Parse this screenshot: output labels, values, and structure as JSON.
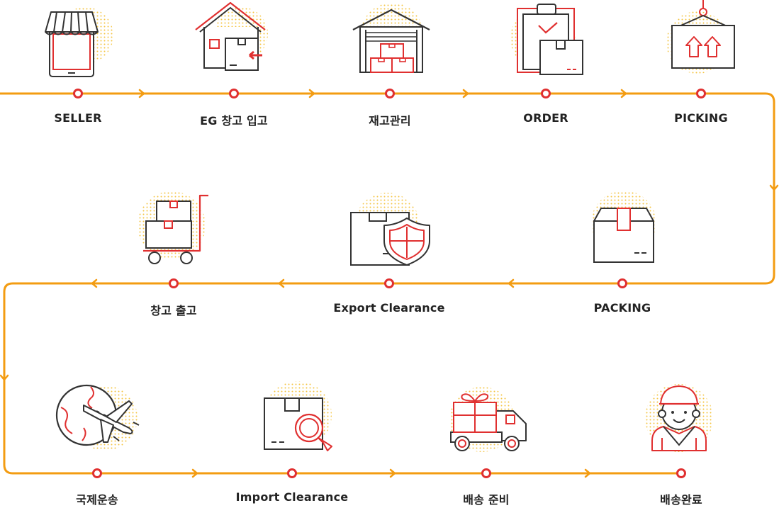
{
  "colors": {
    "line": "#f39c12",
    "accent": "#e03030",
    "stroke": "#333333",
    "dots": "#f5c542",
    "text": "#222222"
  },
  "steps": [
    {
      "label": "SELLER",
      "icon": "storefront-tablet-icon"
    },
    {
      "label": "EG 창고 입고",
      "icon": "warehouse-receiving-icon"
    },
    {
      "label": "재고관리",
      "icon": "inventory-warehouse-icon"
    },
    {
      "label": "ORDER",
      "icon": "order-clipboard-icon"
    },
    {
      "label": "PICKING",
      "icon": "picking-hoist-box-icon"
    },
    {
      "label": "PACKING",
      "icon": "packing-box-icon"
    },
    {
      "label": "Export Clearance",
      "icon": "export-shield-box-icon"
    },
    {
      "label": "창고 출고",
      "icon": "hand-truck-icon"
    },
    {
      "label": "국제운송",
      "icon": "airplane-globe-icon"
    },
    {
      "label": "Import Clearance",
      "icon": "import-magnifier-box-icon"
    },
    {
      "label": "배송 준비",
      "icon": "gift-truck-icon"
    },
    {
      "label": "배송완료",
      "icon": "delivery-person-icon"
    }
  ]
}
